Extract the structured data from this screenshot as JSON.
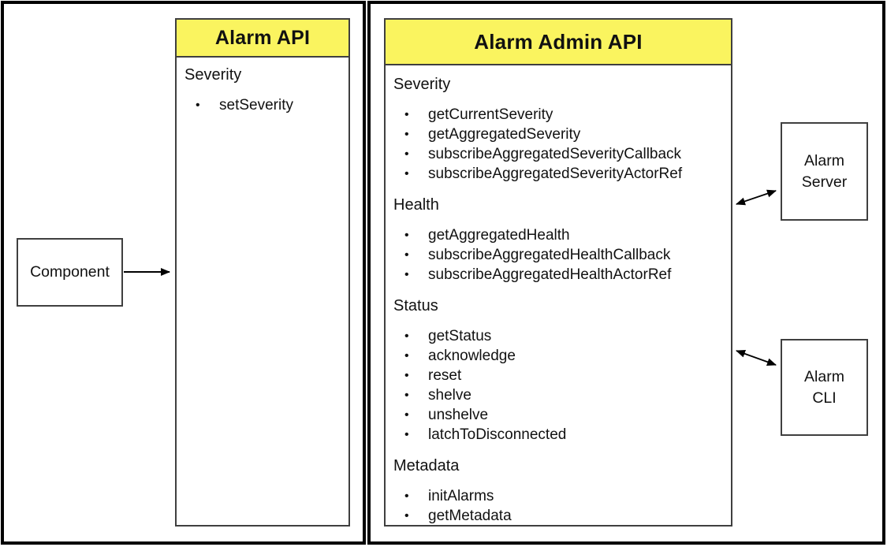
{
  "glyphs": {
    "bullet": "•"
  },
  "colors": {
    "header_fill": "#FAF45F",
    "outer_border": "#000000",
    "box_border": "#3F3F3F",
    "text": "#111111",
    "arrow": "#000000"
  },
  "alarm_api": {
    "title": "Alarm API",
    "sections": [
      {
        "label": "Severity",
        "items": [
          "setSeverity"
        ]
      }
    ]
  },
  "alarm_admin_api": {
    "title": "Alarm Admin API",
    "sections": [
      {
        "label": "Severity",
        "items": [
          "getCurrentSeverity",
          "getAggregatedSeverity",
          "subscribeAggregatedSeverityCallback",
          "subscribeAggregatedSeverityActorRef"
        ]
      },
      {
        "label": "Health",
        "items": [
          "getAggregatedHealth",
          "subscribeAggregatedHealthCallback",
          "subscribeAggregatedHealthActorRef"
        ]
      },
      {
        "label": "Status",
        "items": [
          "getStatus",
          "acknowledge",
          "reset",
          "shelve",
          "unshelve",
          "latchToDisconnected"
        ]
      },
      {
        "label": "Metadata",
        "items": [
          "initAlarms",
          "getMetadata"
        ]
      }
    ]
  },
  "nodes": {
    "component": {
      "label": "Component"
    },
    "alarm_server": {
      "label": "Alarm\nServer"
    },
    "alarm_cli": {
      "label": "Alarm\nCLI"
    }
  }
}
